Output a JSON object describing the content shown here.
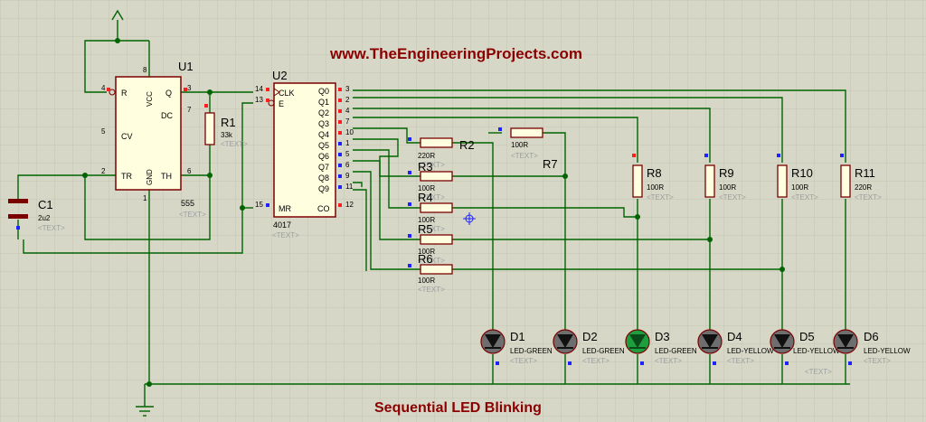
{
  "page": {
    "url_text": "www.TheEngineeringProjects.com",
    "caption": "Sequential LED Blinking"
  },
  "colors": {
    "sheet": "#d7d7c7",
    "grid": "#c4c4b2",
    "wire": "#006400",
    "body": "#7a0000",
    "chip_fill": "#ffffe0",
    "title_red": "#8b0000",
    "blue_pin": "#1d22ff",
    "red_pin": "#ff1d1d",
    "led_dark": "#111111",
    "led_on": "#1e9e3e"
  },
  "components": {
    "u1": {
      "ref": "U1",
      "type": "555",
      "pins": {
        "r": "R",
        "q": "Q",
        "dc": "DC",
        "cv": "CV",
        "tr": "TR",
        "th": "TH",
        "vcc": "VCC",
        "gnd": "GND"
      },
      "numbers": {
        "r": "4",
        "q": "3",
        "dc": "7",
        "cv": "5",
        "tr": "2",
        "th": "6",
        "vcc": "8",
        "gnd": "1"
      },
      "text": "<TEXT>"
    },
    "u2": {
      "ref": "U2",
      "type": "4017",
      "pins": [
        "CLK",
        "E",
        "MR",
        "Q0",
        "Q1",
        "Q2",
        "Q3",
        "Q4",
        "Q5",
        "Q6",
        "Q7",
        "Q8",
        "Q9",
        "CO"
      ],
      "numbers": [
        "14",
        "13",
        "15",
        "3",
        "2",
        "4",
        "7",
        "10",
        "1",
        "5",
        "6",
        "9",
        "11",
        "12"
      ],
      "text": "<TEXT>"
    },
    "r1": {
      "ref": "R1",
      "value": "33k",
      "text": "<TEXT>"
    },
    "c1": {
      "ref": "C1",
      "value": "2u2",
      "text": "<TEXT>"
    },
    "r2": {
      "ref": "R2",
      "value": "220R",
      "text": "<TEXT>"
    },
    "r3": {
      "ref": "R3",
      "value": "100R",
      "text": "<TEXT>"
    },
    "r4": {
      "ref": "R4",
      "value": "100R",
      "text": "<TEXT>"
    },
    "r5": {
      "ref": "R5",
      "value": "100R",
      "text": "<TEXT>"
    },
    "r6": {
      "ref": "R6",
      "value": "100R",
      "text": "<TEXT>"
    },
    "r7": {
      "ref": "R7",
      "value": "100R",
      "text": "<TEXT>"
    },
    "r8": {
      "ref": "R8",
      "value": "100R",
      "text": "<TEXT>"
    },
    "r9": {
      "ref": "R9",
      "value": "100R",
      "text": "<TEXT>"
    },
    "r10": {
      "ref": "R10",
      "value": "100R",
      "text": "<TEXT>"
    },
    "r11": {
      "ref": "R11",
      "value": "220R",
      "text": "<TEXT>"
    },
    "d1": {
      "ref": "D1",
      "type": "LED-GREEN",
      "text": "<TEXT>"
    },
    "d2": {
      "ref": "D2",
      "type": "LED-GREEN",
      "text": "<TEXT>"
    },
    "d3": {
      "ref": "D3",
      "type": "LED-GREEN",
      "text": "<TEXT>"
    },
    "d4": {
      "ref": "D4",
      "type": "LED-YELLOW",
      "text": "<TEXT>"
    },
    "d5": {
      "ref": "D5",
      "type": "LED-YELLOW",
      "text": "<TEXT>"
    },
    "d6": {
      "ref": "D6",
      "type": "LED-YELLOW",
      "text": "<TEXT>"
    }
  }
}
